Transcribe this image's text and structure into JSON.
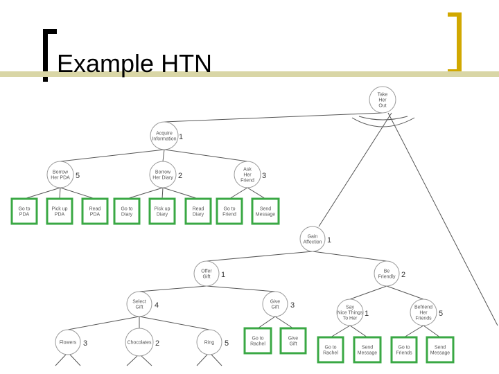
{
  "slide": {
    "title": "Example HTN"
  },
  "nodes": {
    "take_her_out": {
      "label": [
        "Take",
        "Her",
        "Out"
      ]
    },
    "acquire_information": {
      "label": [
        "Acquire",
        "Information"
      ],
      "num": "1"
    },
    "borrow_pda": {
      "label": [
        "Borrow",
        "Her PDA"
      ],
      "num": "5"
    },
    "borrow_diary": {
      "label": [
        "Borrow",
        "Her Diary"
      ],
      "num": "2"
    },
    "ask_friend": {
      "label": [
        "Ask",
        "Her",
        "Friend"
      ],
      "num": "3"
    },
    "gain_affection": {
      "label": [
        "Gain",
        "Affection"
      ],
      "num": "1"
    },
    "offer_gift": {
      "label": [
        "Offer",
        "Gift"
      ],
      "num": "1"
    },
    "be_friendly": {
      "label": [
        "Be",
        "Friendly"
      ],
      "num": "2"
    },
    "select_gift": {
      "label": [
        "Select",
        "Gift"
      ],
      "num": "4"
    },
    "give_gift": {
      "label": [
        "Give",
        "Gift"
      ],
      "num": "3"
    },
    "say_nice": {
      "label": [
        "Say",
        "Nice Things",
        "To Her"
      ],
      "num": "1"
    },
    "befriend_friends": {
      "label": [
        "Befriend",
        "Her",
        "Friends"
      ],
      "num": "5"
    },
    "flowers": {
      "label": [
        "Flowers"
      ],
      "num": "3"
    },
    "chocolates": {
      "label": [
        "Chocolates"
      ],
      "num": "2"
    },
    "ring": {
      "label": [
        "Ring"
      ],
      "num": "5"
    }
  },
  "actions": {
    "go_to_pda": [
      "Go to",
      "PDA"
    ],
    "pick_up_pda": [
      "Pick up",
      "PDA"
    ],
    "read_pda": [
      "Read",
      "PDA"
    ],
    "go_to_diary": [
      "Go to",
      "Diary"
    ],
    "pick_up_diary": [
      "Pick up",
      "Diary"
    ],
    "read_diary": [
      "Read",
      "Diary"
    ],
    "go_to_friend": [
      "Go to",
      "Friend"
    ],
    "send_message_1": [
      "Send",
      "Message"
    ],
    "go_to_rachel_1": [
      "Go to",
      "Rachel"
    ],
    "give_gift_action": [
      "Give",
      "Gift"
    ],
    "go_to_rachel_2": [
      "Go to",
      "Rachel"
    ],
    "send_message_2": [
      "Send",
      "Message"
    ],
    "go_to_friends": [
      "Go to",
      "Friends"
    ],
    "send_message_3": [
      "Send",
      "Message"
    ]
  },
  "colors": {
    "action_border": "#3aa844",
    "node_border": "#999999",
    "edge": "#555555",
    "title_bar": "#d9d6a6",
    "bracket_right": "#d1a800"
  }
}
